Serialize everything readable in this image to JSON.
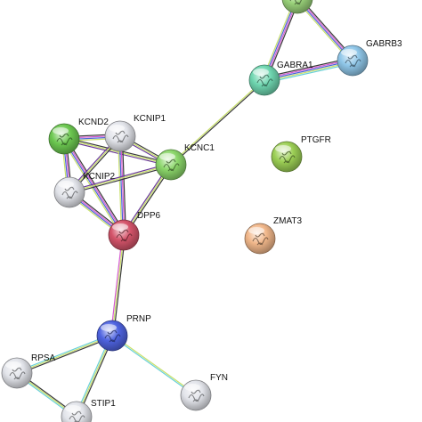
{
  "network": {
    "nodes": [
      {
        "id": "GABRG",
        "label": "",
        "color": "#9ad27a"
      },
      {
        "id": "GABRB3",
        "label": "GABRB3",
        "color": "#8fc6e8"
      },
      {
        "id": "GABRA1",
        "label": "GABRA1",
        "color": "#6fd6b0"
      },
      {
        "id": "KCND2",
        "label": "KCND2",
        "color": "#6cc850"
      },
      {
        "id": "KCNIP1",
        "label": "KCNIP1",
        "color": "#e2e4ea"
      },
      {
        "id": "KCNC1",
        "label": "KCNC1",
        "color": "#8bd66a"
      },
      {
        "id": "PTGFR",
        "label": "PTGFR",
        "color": "#9ccf55"
      },
      {
        "id": "KCNIP2",
        "label": "KCNIP2",
        "color": "#e2e4ea"
      },
      {
        "id": "DPP6",
        "label": "DPP6",
        "color": "#d4546a"
      },
      {
        "id": "ZMAT3",
        "label": "ZMAT3",
        "color": "#f1b78a"
      },
      {
        "id": "PRNP",
        "label": "PRNP",
        "color": "#4e63e0"
      },
      {
        "id": "RPSA",
        "label": "RPSA",
        "color": "#e2e4ea"
      },
      {
        "id": "FYN",
        "label": "FYN",
        "color": "#e2e4ea"
      },
      {
        "id": "STIP1",
        "label": "STIP1",
        "color": "#e2e4ea"
      }
    ],
    "edges": [
      {
        "source": "GABRG",
        "target": "GABRB3",
        "colors": [
          "#3a3a3a",
          "#d45ad0",
          "#4a62d8",
          "#c8e06a"
        ]
      },
      {
        "source": "GABRG",
        "target": "GABRA1",
        "colors": [
          "#3a3a3a",
          "#d45ad0",
          "#4a62d8",
          "#c8e06a"
        ]
      },
      {
        "source": "GABRA1",
        "target": "GABRB3",
        "colors": [
          "#3a3a3a",
          "#d45ad0",
          "#4a62d8",
          "#c8e06a",
          "#6ad0d8"
        ]
      },
      {
        "source": "GABRA1",
        "target": "KCNC1",
        "colors": [
          "#3a3a3a",
          "#c8e06a"
        ]
      },
      {
        "source": "KCND2",
        "target": "KCNIP1",
        "colors": [
          "#3a3a3a",
          "#d45ad0",
          "#4a62d8",
          "#c8e06a"
        ]
      },
      {
        "source": "KCND2",
        "target": "KCNC1",
        "colors": [
          "#3a3a3a",
          "#c8e06a",
          "#6a3a9a"
        ]
      },
      {
        "source": "KCND2",
        "target": "KCNIP2",
        "colors": [
          "#3a3a3a",
          "#d45ad0",
          "#4a62d8",
          "#c8e06a"
        ]
      },
      {
        "source": "KCND2",
        "target": "DPP6",
        "colors": [
          "#3a3a3a",
          "#d45ad0",
          "#4a62d8",
          "#c8e06a"
        ]
      },
      {
        "source": "KCNIP1",
        "target": "KCNC1",
        "colors": [
          "#3a3a3a",
          "#c8e06a",
          "#6a3a9a"
        ]
      },
      {
        "source": "KCNIP1",
        "target": "KCNIP2",
        "colors": [
          "#3a3a3a",
          "#c8e06a",
          "#6a3a9a"
        ]
      },
      {
        "source": "KCNIP1",
        "target": "DPP6",
        "colors": [
          "#3a3a3a",
          "#d45ad0",
          "#4a62d8",
          "#c8e06a"
        ]
      },
      {
        "source": "KCNC1",
        "target": "KCNIP2",
        "colors": [
          "#3a3a3a",
          "#c8e06a",
          "#6a3a9a"
        ]
      },
      {
        "source": "KCNC1",
        "target": "DPP6",
        "colors": [
          "#3a3a3a",
          "#c8e06a",
          "#6a3a9a"
        ]
      },
      {
        "source": "KCNIP2",
        "target": "DPP6",
        "colors": [
          "#3a3a3a",
          "#d45ad0",
          "#4a62d8",
          "#c8e06a"
        ]
      },
      {
        "source": "DPP6",
        "target": "PRNP",
        "colors": [
          "#3a3a3a",
          "#c8e06a",
          "#d45ad0"
        ]
      },
      {
        "source": "PRNP",
        "target": "RPSA",
        "colors": [
          "#3a3a3a",
          "#c8e06a",
          "#6ad0d8"
        ]
      },
      {
        "source": "PRNP",
        "target": "STIP1",
        "colors": [
          "#3a3a3a",
          "#c8e06a",
          "#6ad0d8"
        ]
      },
      {
        "source": "PRNP",
        "target": "FYN",
        "colors": [
          "#c8e06a",
          "#6ad0d8"
        ]
      },
      {
        "source": "RPSA",
        "target": "STIP1",
        "colors": [
          "#3a3a3a",
          "#c8e06a",
          "#6ad0d8"
        ]
      }
    ]
  }
}
